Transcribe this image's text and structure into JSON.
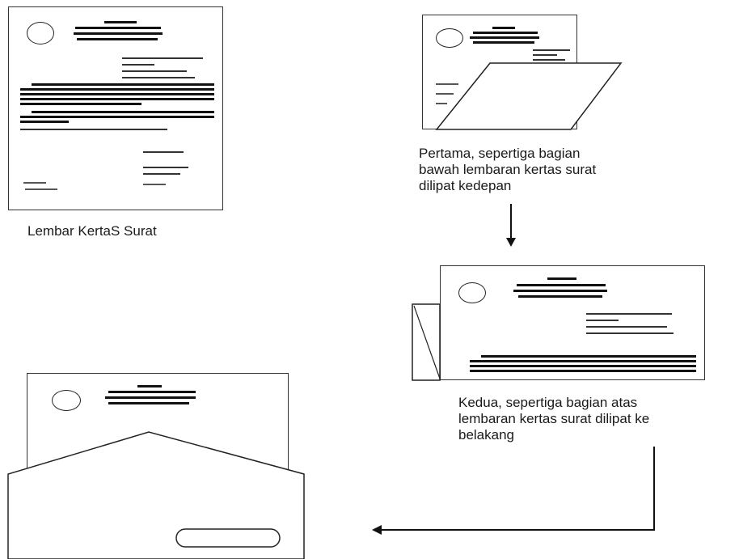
{
  "captions": {
    "sheet": "Lembar KertaS Surat",
    "step1": [
      "Pertama, sepertiga bagian",
      "bawah lembaran kertas surat",
      "dilipat kedepan"
    ],
    "step2": [
      "Kedua, sepertiga bagian atas",
      "lembaran kertas surat dilipat ke",
      "belakang"
    ]
  },
  "colors": {
    "stroke": "#222222",
    "text": "#1a1a1a",
    "paper": "#ffffff"
  }
}
